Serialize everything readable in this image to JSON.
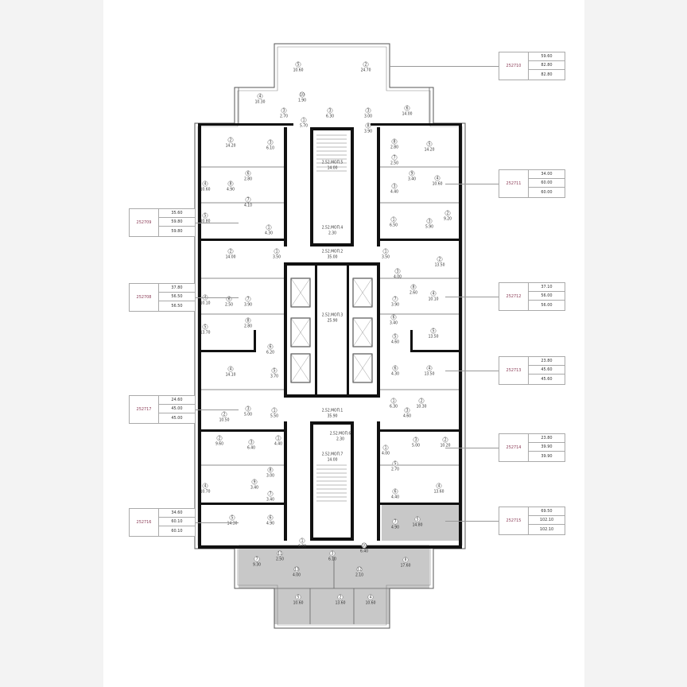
{
  "plan": {
    "colors": {
      "wall": "#111111",
      "highlight": "#c8c8c8",
      "label_id": "#8a3a55"
    },
    "apartments": [
      {
        "id": "252710",
        "values": [
          "59.60",
          "82.80",
          "82.80"
        ]
      },
      {
        "id": "252711",
        "values": [
          "34.00",
          "60.00",
          "60.00"
        ]
      },
      {
        "id": "252712",
        "values": [
          "37.10",
          "56.00",
          "56.00"
        ]
      },
      {
        "id": "252713",
        "values": [
          "23.80",
          "45.60",
          "45.60"
        ]
      },
      {
        "id": "252714",
        "values": [
          "23.80",
          "39.90",
          "39.90"
        ]
      },
      {
        "id": "252715",
        "values": [
          "69.50",
          "102.10",
          "102.10"
        ]
      },
      {
        "id": "252709",
        "values": [
          "35.60",
          "59.80",
          "59.80"
        ]
      },
      {
        "id": "252708",
        "values": [
          "37.80",
          "56.50",
          "56.50"
        ]
      },
      {
        "id": "252717",
        "values": [
          "24.60",
          "45.00",
          "45.00"
        ]
      },
      {
        "id": "252716",
        "values": [
          "34.60",
          "60.10",
          "60.10"
        ]
      }
    ],
    "rooms": [
      [
        "5",
        "10.60"
      ],
      [
        "2",
        "24.70"
      ],
      [
        "4",
        "10.30"
      ],
      [
        "10",
        "1.90"
      ],
      [
        "3",
        "2.70"
      ],
      [
        "1",
        "5.70"
      ],
      [
        "3",
        "6.30"
      ],
      [
        "3",
        "3.00"
      ],
      [
        "8",
        "3.90"
      ],
      [
        "6",
        "14.00"
      ],
      [
        "2",
        "14.20"
      ],
      [
        "3",
        "6.10"
      ],
      [
        "4",
        "10.60"
      ],
      [
        "8",
        "4.90"
      ],
      [
        "6",
        "2.80"
      ],
      [
        "7",
        "4.10"
      ],
      [
        "5",
        "10.80"
      ],
      [
        "1",
        "4.30"
      ],
      [
        "2",
        "14.00"
      ],
      [
        "1",
        "3.50"
      ],
      [
        "4",
        "10.10"
      ],
      [
        "6",
        "2.50"
      ],
      [
        "7",
        "3.90"
      ],
      [
        "8",
        "2.80"
      ],
      [
        "5",
        "13.70"
      ],
      [
        "6",
        "6.20"
      ],
      [
        "4",
        "14.10"
      ],
      [
        "5",
        "3.70"
      ],
      [
        "2",
        "10.50"
      ],
      [
        "3",
        "5.00"
      ],
      [
        "1",
        "5.50"
      ],
      [
        "2",
        "9.60"
      ],
      [
        "3",
        "6.40"
      ],
      [
        "1",
        "4.40"
      ],
      [
        "4",
        "10.70"
      ],
      [
        "8",
        "3.00"
      ],
      [
        "9",
        "3.40"
      ],
      [
        "7",
        "3.40"
      ],
      [
        "6",
        "4.90"
      ],
      [
        "5",
        "14.30"
      ],
      [
        "5",
        "14.20"
      ],
      [
        "8",
        "2.80"
      ],
      [
        "7",
        "2.50"
      ],
      [
        "9",
        "3.40"
      ],
      [
        "3",
        "4.40"
      ],
      [
        "4",
        "10.60"
      ],
      [
        "1",
        "6.50"
      ],
      [
        "3",
        "5.90"
      ],
      [
        "2",
        "9.20"
      ],
      [
        "1",
        "3.50"
      ],
      [
        "2",
        "13.50"
      ],
      [
        "3",
        "4.00"
      ],
      [
        "8",
        "2.60"
      ],
      [
        "4",
        "10.10"
      ],
      [
        "7",
        "3.90"
      ],
      [
        "6",
        "3.40"
      ],
      [
        "5",
        "13.50"
      ],
      [
        "5",
        "4.60"
      ],
      [
        "6",
        "4.30"
      ],
      [
        "4",
        "13.50"
      ],
      [
        "1",
        "6.30"
      ],
      [
        "2",
        "10.30"
      ],
      [
        "3",
        "4.60"
      ],
      [
        "2",
        "10.20"
      ],
      [
        "3",
        "5.00"
      ],
      [
        "1",
        "4.00"
      ],
      [
        "5",
        "2.70"
      ],
      [
        "6",
        "4.40"
      ],
      [
        "4",
        "13.60"
      ],
      [
        "7",
        "4.90"
      ],
      [
        "5",
        "14.80"
      ],
      [
        "2.52.МОП.5",
        "14.00"
      ],
      [
        "2.52.МОП.4",
        "2.30"
      ],
      [
        "2.52.МОП.2",
        "35.00"
      ],
      [
        "2.52.МОП.3",
        "25.90"
      ],
      [
        "2.52.МОП.1",
        "35.90"
      ],
      [
        "2.52.МОП.6",
        "2.30"
      ],
      [
        "2.52.МОП.7",
        "14.00"
      ],
      [
        "1",
        "6.00"
      ],
      [
        "11",
        "2.50"
      ],
      [
        "3",
        "6.10"
      ],
      [
        "10",
        "6.40"
      ],
      [
        "7",
        "9.30"
      ],
      [
        "13",
        "4.00"
      ],
      [
        "12",
        "2.10"
      ],
      [
        "8",
        "17.60"
      ],
      [
        "5",
        "10.60"
      ],
      [
        "2",
        "13.60"
      ],
      [
        "4",
        "10.60"
      ]
    ]
  }
}
